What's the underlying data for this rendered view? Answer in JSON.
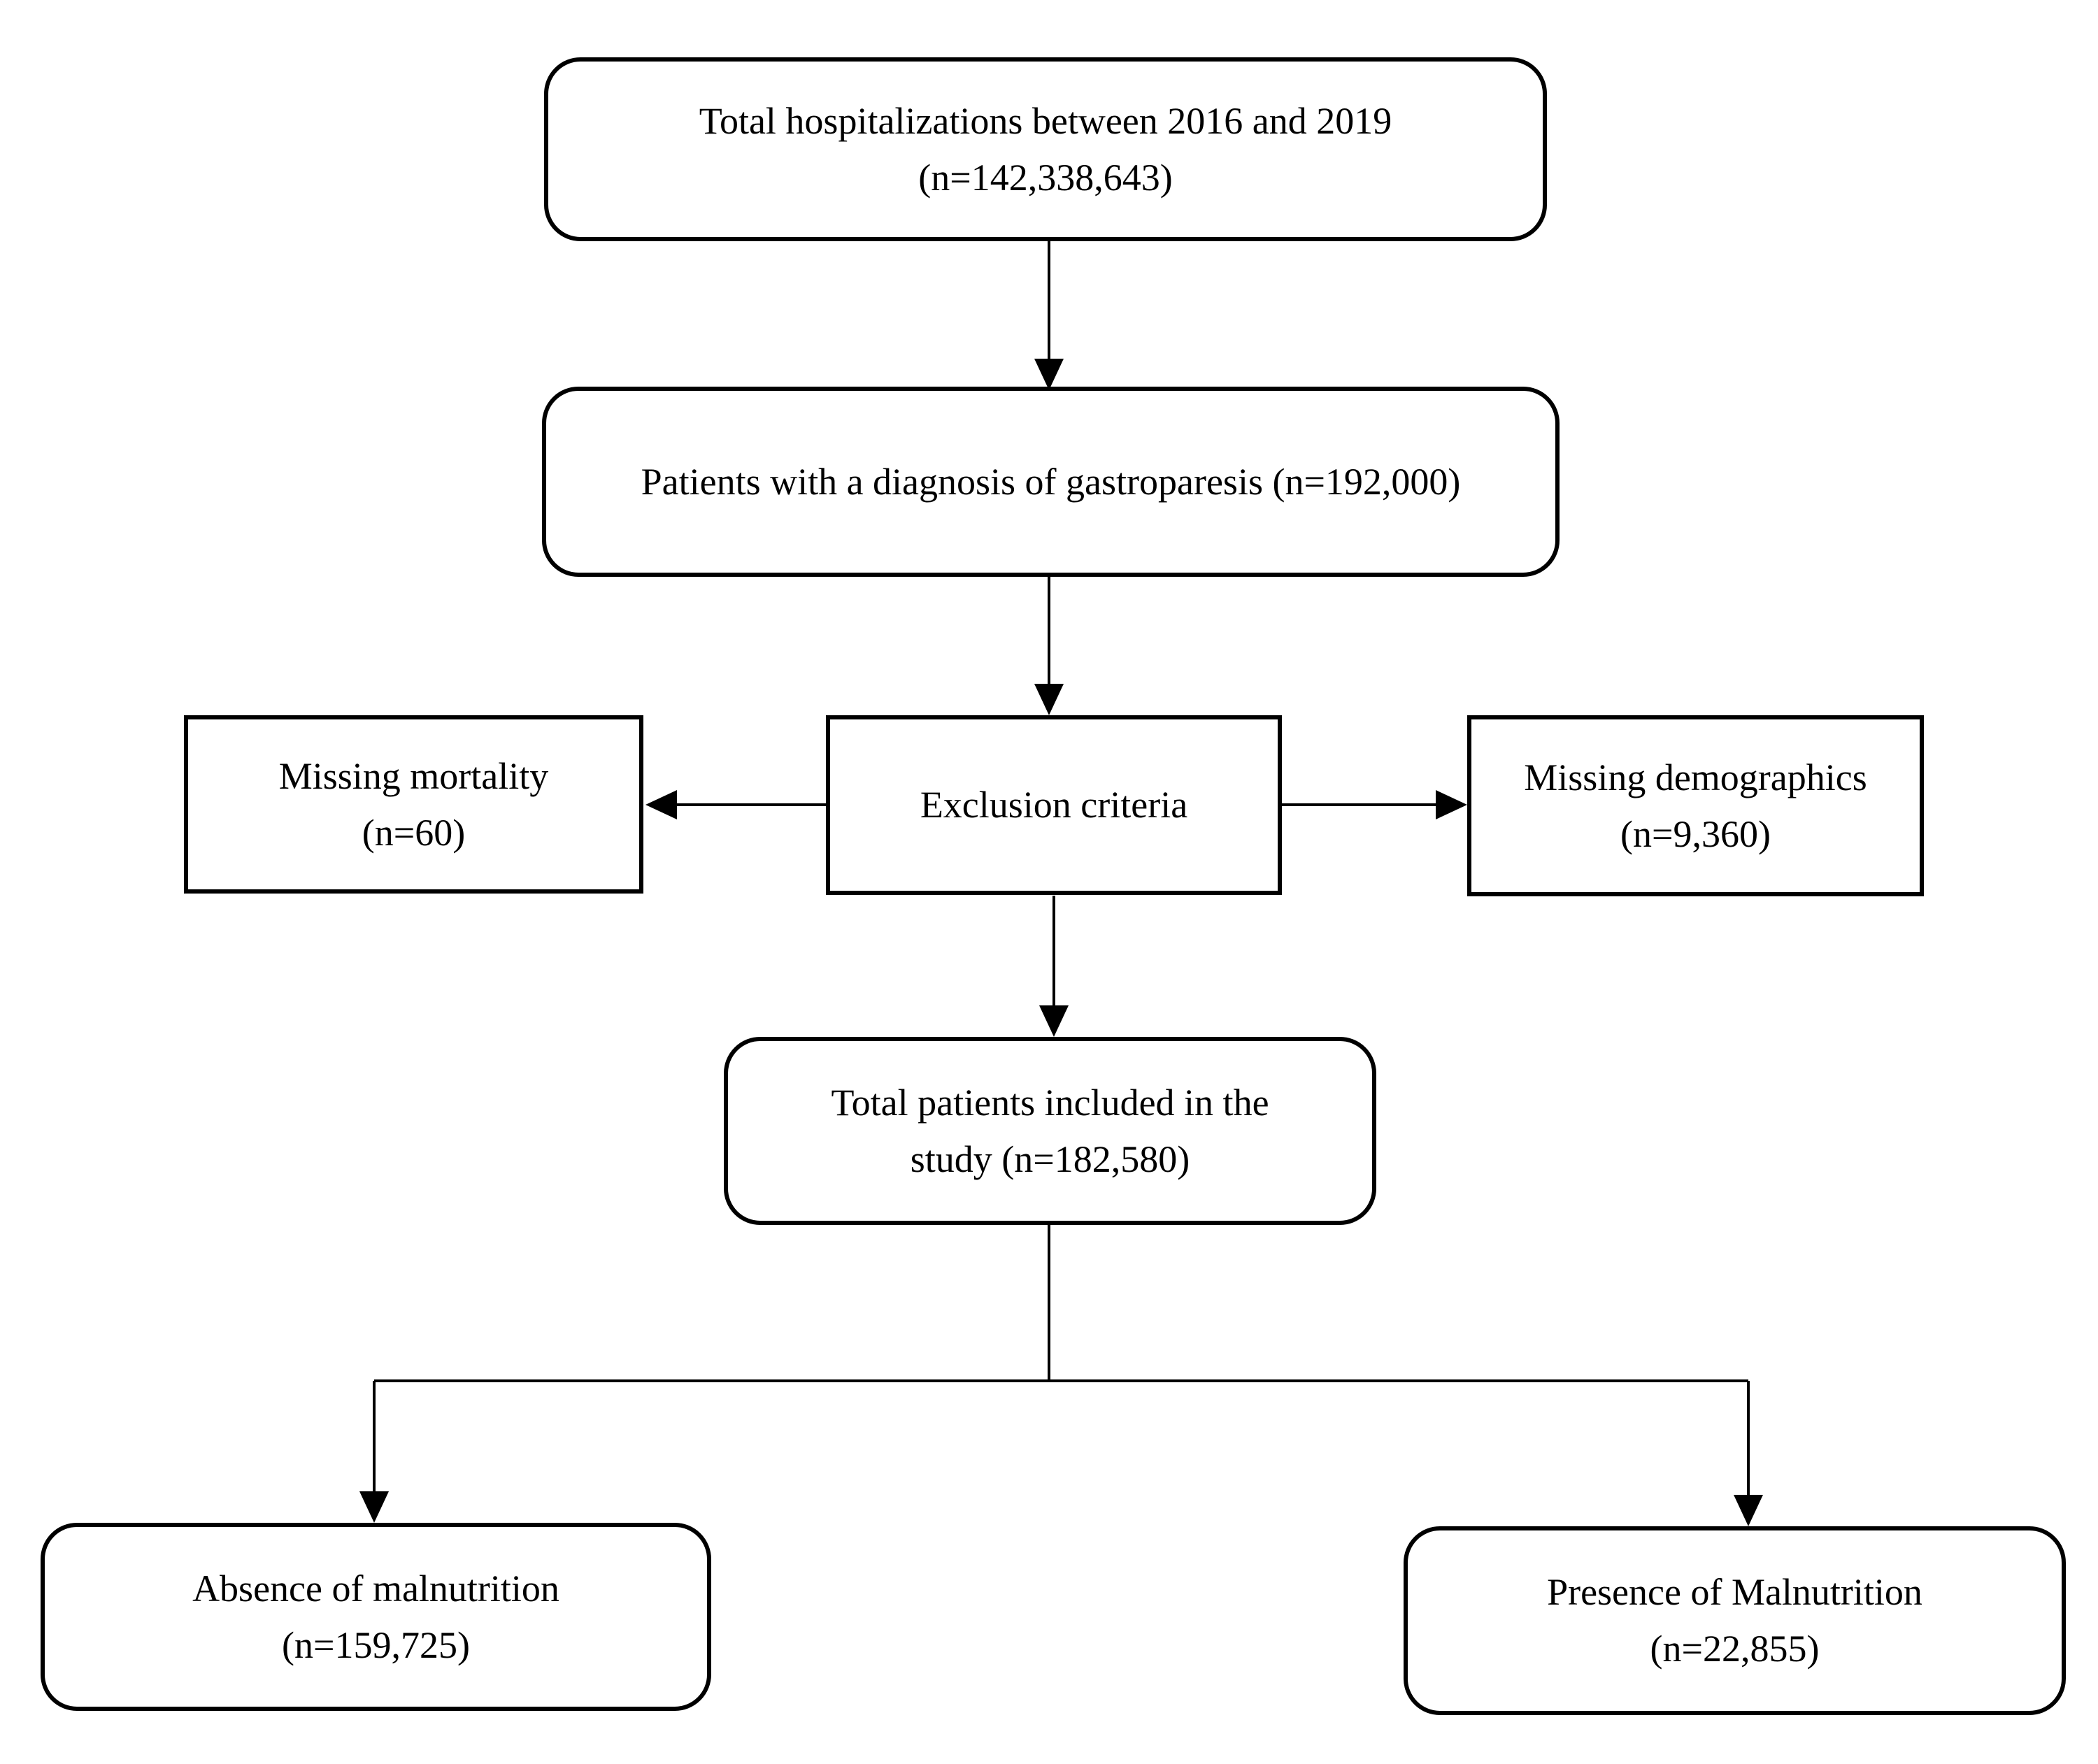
{
  "diagram": {
    "background_color": "#ffffff",
    "line_color": "#000000",
    "boxes": {
      "total_hospitalizations": {
        "lines": [
          "Total hospitalizations between 2016 and 2019",
          "(n=142,338,643)"
        ]
      },
      "gastroparesis_diagnosis": {
        "lines": [
          "Patients with a diagnosis of gastroparesis (n=192,000)"
        ]
      },
      "missing_mortality": {
        "lines": [
          "Missing mortality",
          "(n=60)"
        ]
      },
      "exclusion_criteria": {
        "lines": [
          "Exclusion criteria"
        ]
      },
      "missing_demographics": {
        "lines": [
          "Missing demographics",
          "(n=9,360)"
        ]
      },
      "total_included": {
        "lines": [
          "Total patients included in the",
          "study (n=182,580)"
        ]
      },
      "absence_of_malnutrition": {
        "lines": [
          "Absence of malnutrition",
          "(n=159,725)"
        ]
      },
      "presence_of_malnutrition": {
        "lines": [
          "Presence of Malnutrition",
          "(n=22,855)"
        ]
      }
    }
  }
}
